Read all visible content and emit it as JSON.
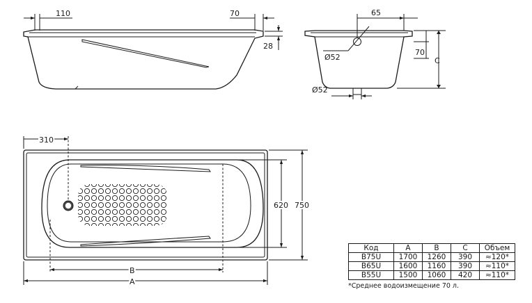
{
  "side_view": {
    "dim_left_offset": "110",
    "dim_right_offset": "70",
    "dim_rim_height": "28"
  },
  "end_view": {
    "dim_top_offset": "65",
    "dim_overflow_hole": "Ø52",
    "dim_right_offset": "70",
    "dim_height_label": "C",
    "dim_drain_hole": "Ø52"
  },
  "plan_view": {
    "dim_drain_offset": "310",
    "dim_inner_width": "620",
    "dim_outer_width": "750",
    "dim_inner_length_label": "B",
    "dim_outer_length_label": "A"
  },
  "spec_table": {
    "headers": [
      "Код",
      "A",
      "B",
      "C",
      "Объем"
    ],
    "rows": [
      [
        "B75U",
        "1700",
        "1260",
        "390",
        "≈120*"
      ],
      [
        "B65U",
        "1600",
        "1160",
        "390",
        "≈110*"
      ],
      [
        "B55U",
        "1500",
        "1060",
        "420",
        "≈110*"
      ]
    ]
  },
  "footnote": "*Среднее водоизмещение 70 л."
}
